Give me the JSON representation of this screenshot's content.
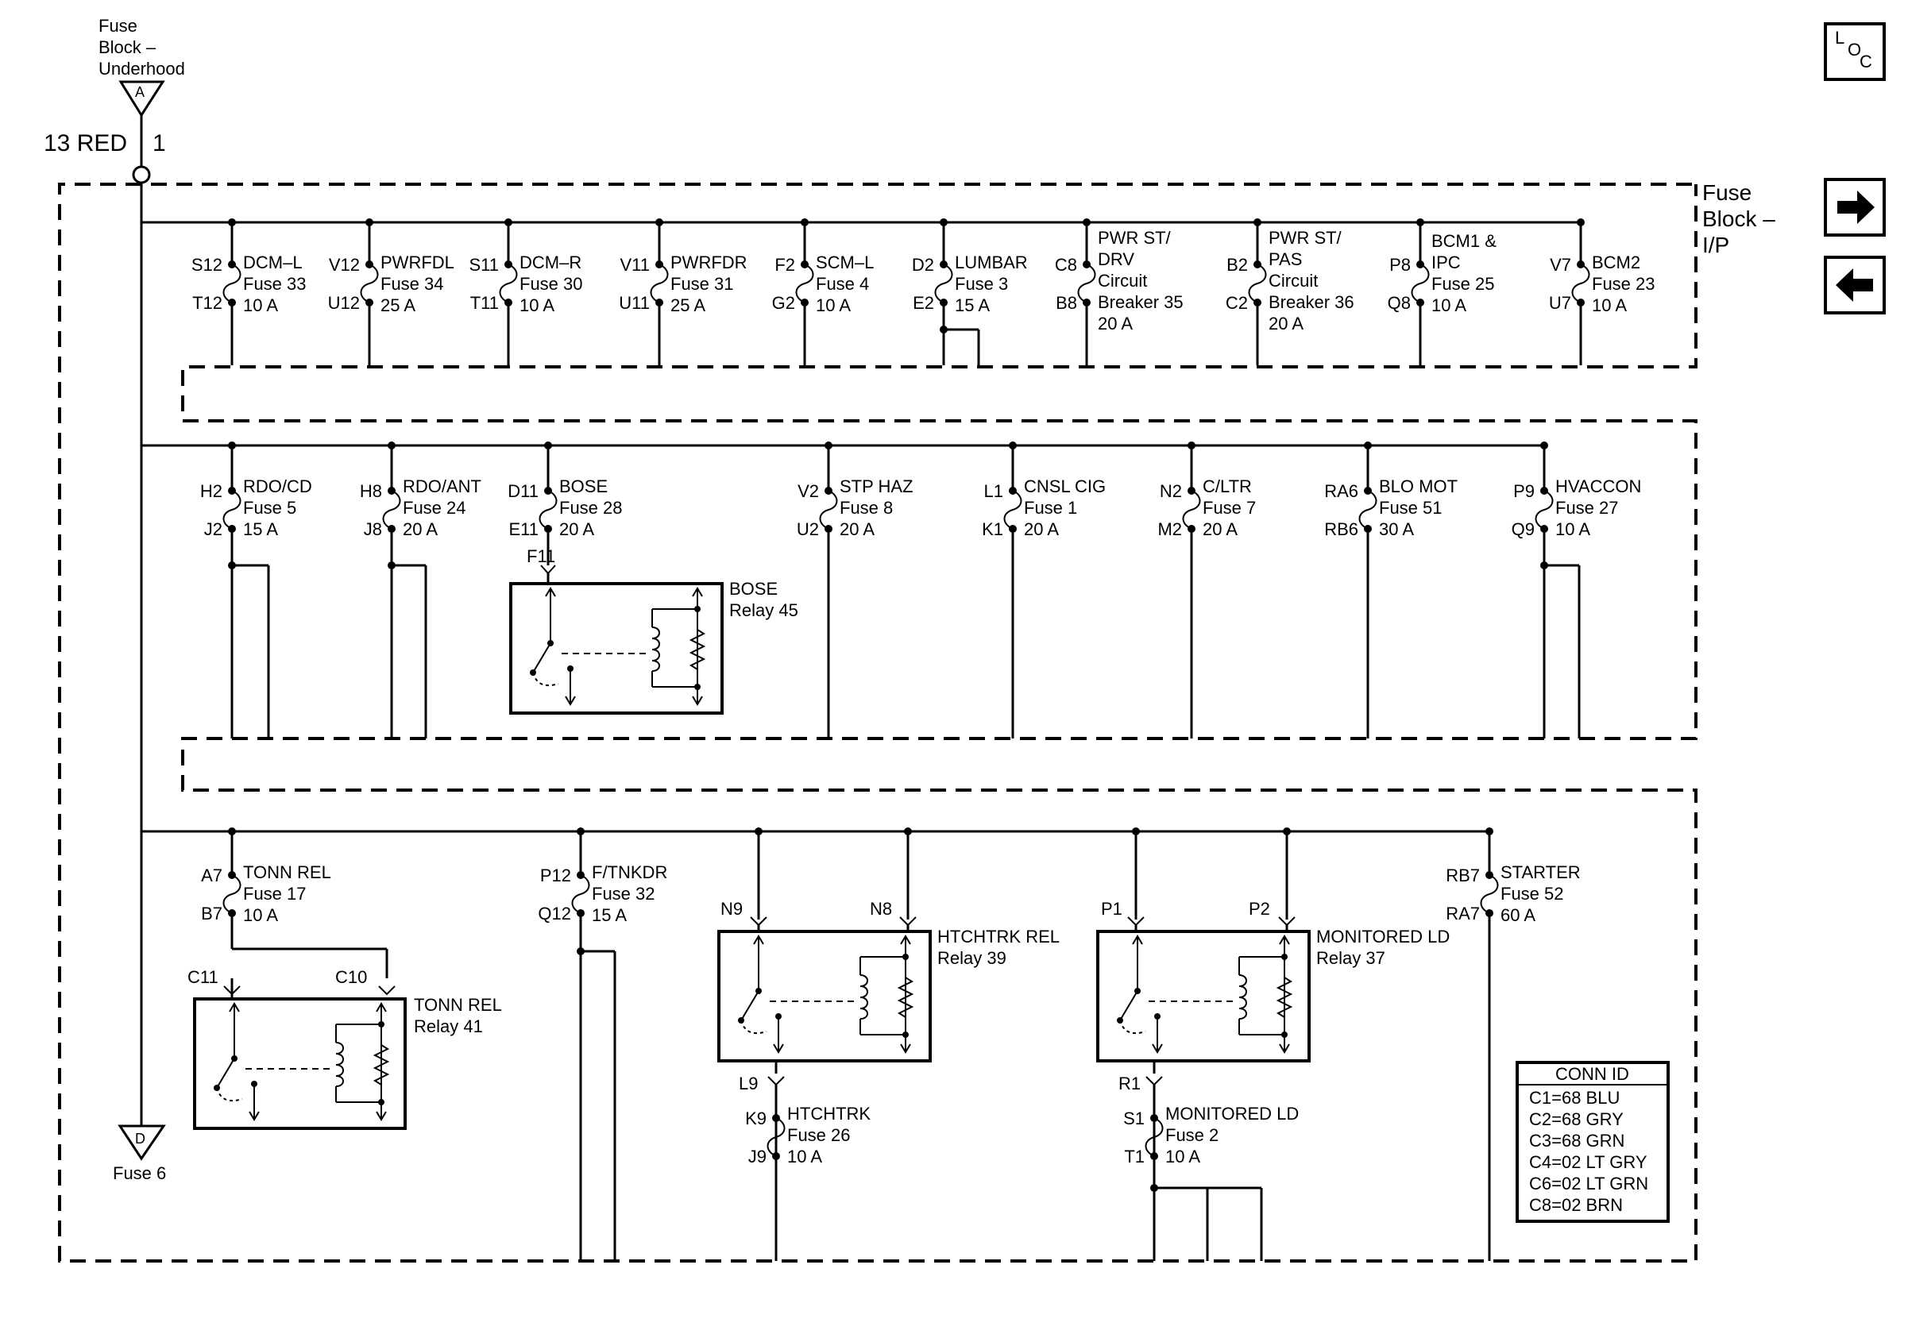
{
  "source": {
    "name": [
      "Fuse",
      "Block –",
      "Underhood"
    ],
    "connector": "A",
    "wire": "13 RED",
    "pin": "1"
  },
  "fuse_block_title": [
    "Fuse",
    "Block –",
    "I/P"
  ],
  "loc_button": {
    "label_l": "L",
    "label_o": "O",
    "label_c": "C"
  },
  "nav": {
    "forward_icon": "arrow-right-icon",
    "back_icon": "arrow-left-icon"
  },
  "row1_fuses": [
    {
      "pin_top": "S12",
      "pin_bot": "T12",
      "lines": [
        "DCM–L",
        "Fuse 33",
        "10 A"
      ]
    },
    {
      "pin_top": "V12",
      "pin_bot": "U12",
      "lines": [
        "PWRFDL",
        "Fuse 34",
        "25 A"
      ]
    },
    {
      "pin_top": "S11",
      "pin_bot": "T11",
      "lines": [
        "DCM–R",
        "Fuse 30",
        "10 A"
      ]
    },
    {
      "pin_top": "V11",
      "pin_bot": "U11",
      "lines": [
        "PWRFDR",
        "Fuse 31",
        "25 A"
      ]
    },
    {
      "pin_top": "F2",
      "pin_bot": "G2",
      "lines": [
        "SCM–L",
        "Fuse 4",
        "10 A"
      ]
    },
    {
      "pin_top": "D2",
      "pin_bot": "E2",
      "lines": [
        "LUMBAR",
        "Fuse 3",
        "15 A"
      ]
    },
    {
      "pin_top": "C8",
      "pin_bot": "B8",
      "lines": [
        "PWR ST/",
        "DRV",
        "Circuit",
        "Breaker 35",
        "20 A"
      ]
    },
    {
      "pin_top": "B2",
      "pin_bot": "C2",
      "lines": [
        "PWR ST/",
        "PAS",
        "Circuit",
        "Breaker 36",
        "20 A"
      ]
    },
    {
      "pin_top": "P8",
      "pin_bot": "Q8",
      "lines": [
        "BCM1 &",
        "IPC",
        "Fuse 25",
        "10 A"
      ]
    },
    {
      "pin_top": "V7",
      "pin_bot": "U7",
      "lines": [
        "BCM2",
        "Fuse 23",
        "10 A"
      ]
    }
  ],
  "row2_fuses": [
    {
      "pin_top": "H2",
      "pin_bot": "J2",
      "lines": [
        "RDO/CD",
        "Fuse 5",
        "15 A"
      ]
    },
    {
      "pin_top": "H8",
      "pin_bot": "J8",
      "lines": [
        "RDO/ANT",
        "Fuse 24",
        "20 A"
      ]
    },
    {
      "pin_top": "D11",
      "pin_bot": "E11",
      "lines": [
        "BOSE",
        "Fuse 28",
        "20 A"
      ],
      "pin_extra": "F11"
    },
    {
      "pin_top": "V2",
      "pin_bot": "U2",
      "lines": [
        "STP HAZ",
        "Fuse 8",
        "20 A"
      ]
    },
    {
      "pin_top": "L1",
      "pin_bot": "K1",
      "lines": [
        "CNSL CIG",
        "Fuse 1",
        "20 A"
      ]
    },
    {
      "pin_top": "N2",
      "pin_bot": "M2",
      "lines": [
        "C/LTR",
        "Fuse 7",
        "20 A"
      ]
    },
    {
      "pin_top": "RA6",
      "pin_bot": "RB6",
      "lines": [
        "BLO MOT",
        "Fuse 51",
        "30 A"
      ]
    },
    {
      "pin_top": "P9",
      "pin_bot": "Q9",
      "lines": [
        "HVACCON",
        "Fuse 27",
        "10 A"
      ]
    }
  ],
  "relay_bose": [
    "BOSE",
    "Relay 45"
  ],
  "row3": {
    "tonn_fuse": {
      "pin_top": "A7",
      "pin_bot": "B7",
      "lines": [
        "TONN REL",
        "Fuse 17",
        "10 A"
      ]
    },
    "tonn_pins": [
      "C11",
      "C10"
    ],
    "tonn_relay": [
      "TONN REL",
      "Relay 41"
    ],
    "ftnk_fuse": {
      "pin_top": "P12",
      "pin_bot": "Q12",
      "lines": [
        "F/TNKDR",
        "Fuse 32",
        "15 A"
      ]
    },
    "htch_pins": [
      "N9",
      "N8",
      "L9"
    ],
    "htch_relay": [
      "HTCHTRK REL",
      "Relay 39"
    ],
    "htch_fuse": {
      "pin_top": "K9",
      "pin_bot": "J9",
      "lines": [
        "HTCHTRK",
        "Fuse 26",
        "10 A"
      ]
    },
    "mon_pins": [
      "P1",
      "P2",
      "R1"
    ],
    "mon_relay": [
      "MONITORED LD",
      "Relay 37"
    ],
    "mon_fuse": {
      "pin_top": "S1",
      "pin_bot": "T1",
      "lines": [
        "MONITORED LD",
        "Fuse 2",
        "10 A"
      ]
    },
    "starter_fuse": {
      "pin_top": "RB7",
      "pin_bot": "RA7",
      "lines": [
        "STARTER",
        "Fuse 52",
        "60 A"
      ]
    }
  },
  "fuse6": {
    "connector": "D",
    "label": "Fuse 6"
  },
  "conn_id": {
    "title": "CONN ID",
    "rows": [
      "C1=68 BLU",
      "C2=68 GRY",
      "C3=68 GRN",
      "C4=02 LT GRY",
      "C6=02 LT GRN",
      "C8=02 BRN"
    ]
  }
}
